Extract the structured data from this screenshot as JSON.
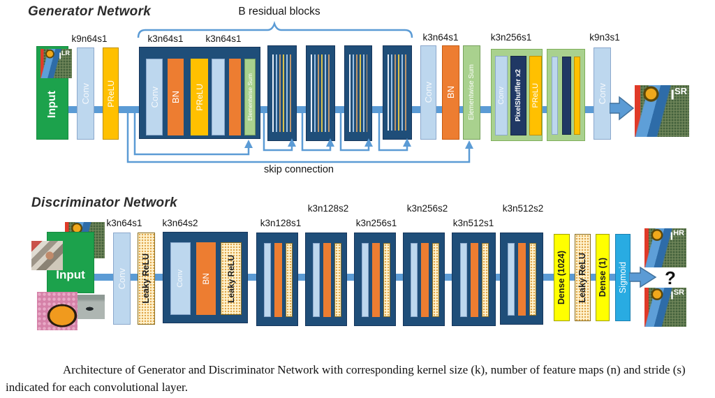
{
  "generator": {
    "title": "Generator Network",
    "brace_label": "B residual blocks",
    "skip_label": "skip connection",
    "layer_labels": {
      "conv1": "k9n64s1",
      "res_conv1": "k3n64s1",
      "res_conv2": "k3n64s1",
      "post_conv": "k3n64s1",
      "upsample": "k3n256s1",
      "final_conv": "k9n3s1"
    },
    "input_label": "Input",
    "io": {
      "lr_base": "I",
      "lr_sup": "LR",
      "sr_base": "I",
      "sr_sup": "SR"
    }
  },
  "discriminator": {
    "title": "Discriminator Network",
    "layer_labels": {
      "c1": "k3n64s1",
      "c2": "k3n64s2",
      "c3": "k3n128s1",
      "c4": "k3n128s2",
      "c5": "k3n256s1",
      "c6": "k3n256s2",
      "c7": "k3n512s1",
      "c8": "k3n512s2"
    },
    "input_label": "Input",
    "io": {
      "hr_base": "I",
      "hr_sup": "HR",
      "sr_base": "I",
      "sr_sup": "SR",
      "question": "?"
    }
  },
  "bars": {
    "conv": "Conv",
    "prelu": "PReLU",
    "bn": "BN",
    "elementwise_sum": "Elementwise Sum",
    "pixelshuffler": "PixelShuffler x2",
    "leaky_relu": "Leaky ReLU",
    "dense_1024": "Dense (1024)",
    "dense_1": "Dense (1)",
    "sigmoid": "Sigmoid"
  },
  "caption": "Architecture of Generator and Discriminator Network with corresponding kernel size (k), number of feature maps (n) and stride (s) indicated for each convolutional layer.",
  "colors": {
    "navy": "#1f4e79",
    "light_blue": "#bdd7ee",
    "orange": "#ed7d31",
    "gold": "#ffc000",
    "light_green": "#a9d18e",
    "input_green": "#1ca24c",
    "flow_blue": "#5b9bd5",
    "dense_yellow": "#ffff00",
    "sigmoid_cyan": "#29abe2",
    "leaky_cream": "#fff3cf"
  }
}
